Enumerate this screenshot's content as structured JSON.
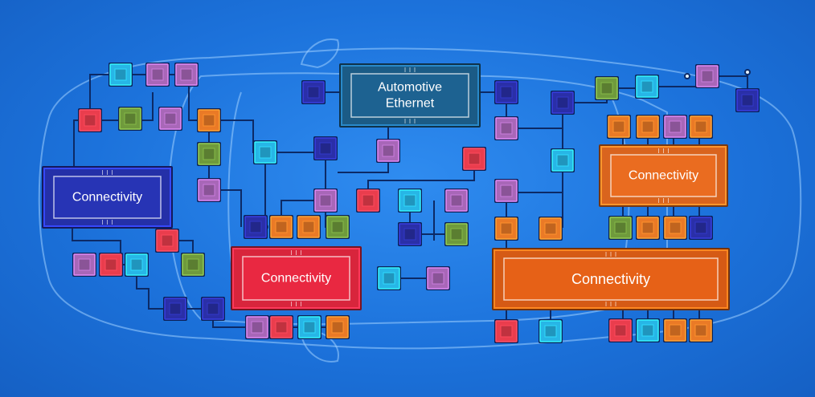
{
  "diagram": {
    "hubs": [
      {
        "id": "automotive-ethernet",
        "lines": [
          "Automotive",
          "Ethernet"
        ],
        "color": "#1b5b86"
      },
      {
        "id": "connectivity-left",
        "lines": [
          "Connectivity"
        ],
        "color": "#2430a8"
      },
      {
        "id": "connectivity-center",
        "lines": [
          "Connectivity"
        ],
        "color": "#d8253c"
      },
      {
        "id": "connectivity-top-right",
        "lines": [
          "Connectivity"
        ],
        "color": "#d9641e"
      },
      {
        "id": "connectivity-bottom-right",
        "lines": [
          "Connectivity"
        ],
        "color": "#d55a15"
      }
    ],
    "node_colors": {
      "cyan": "#27b6e6",
      "purple": "#a867b8",
      "red": "#ea3d4d",
      "green": "#6f9a3c",
      "orange": "#ea7a26",
      "navy": "#2a2fa8"
    }
  }
}
